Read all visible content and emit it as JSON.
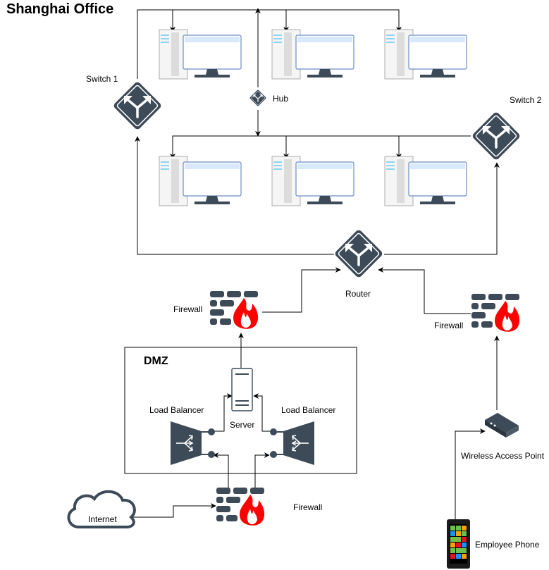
{
  "title": "Shanghai Office",
  "zone": "DMZ",
  "labels": {
    "switch1": "Switch 1",
    "switch2": "Switch 2",
    "hub": "Hub",
    "router": "Router",
    "firewall_left": "Firewall",
    "firewall_right": "Firewall",
    "firewall_bottom": "Firewall",
    "server": "Server",
    "lb_left": "Load Balancer",
    "lb_right": "Load Balancer",
    "wap": "Wireless Access Point",
    "internet": "Internet",
    "phone": "Employee Phone"
  },
  "colors": {
    "device": "#3d4a58",
    "flame": "#ff0000",
    "monitor_fill": "#dae8fc",
    "monitor_stroke": "#6c8ebf",
    "tower_fill": "#f5f5f5",
    "stripe": "#8fd3f0"
  }
}
